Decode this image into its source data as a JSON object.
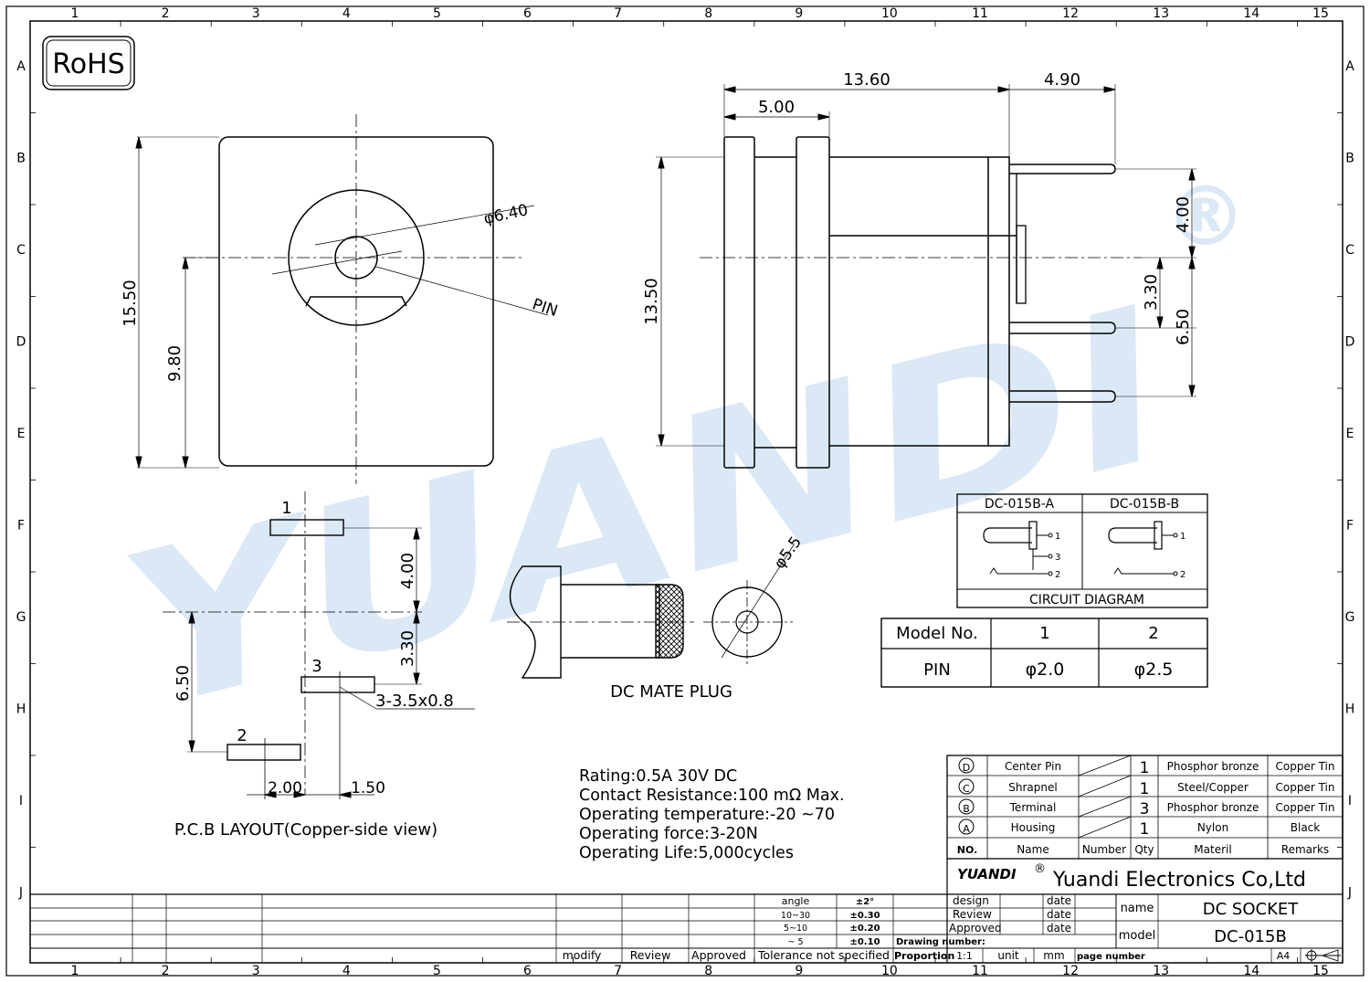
{
  "frame": {
    "cols": [
      "1",
      "2",
      "3",
      "4",
      "5",
      "6",
      "7",
      "8",
      "9",
      "10",
      "11",
      "12",
      "13",
      "14",
      "15"
    ],
    "rows": [
      "A",
      "B",
      "C",
      "D",
      "E",
      "F",
      "G",
      "H",
      "I",
      "J"
    ]
  },
  "rohs": "RoHS",
  "watermark": {
    "text": "YUANDI",
    "mark": "®",
    "color": "#bfd7ee"
  },
  "front_view": {
    "dia": "φ6.40",
    "pin": "PIN",
    "height": "15.50",
    "center": "9.80"
  },
  "side_view": {
    "len": "13.60",
    "front": "5.00",
    "pin_len": "4.90",
    "height": "13.50",
    "d1": "4.00",
    "d2": "3.30",
    "d3": "6.50"
  },
  "pcb": {
    "pin1": "1",
    "pin2": "2",
    "pin3": "3",
    "d1": "4.00",
    "d2": "3.30",
    "d3": "6.50",
    "hole": "3-3.5x0.8",
    "dx1": "2.00",
    "dx2": "1.50",
    "caption": "P.C.B LAYOUT(Copper-side view)"
  },
  "plug": {
    "dia": "φ5.5",
    "caption": "DC MATE PLUG"
  },
  "circuit": {
    "a": "DC-015B-A",
    "b": "DC-015B-B",
    "caption": "CIRCUIT DIAGRAM",
    "n1": "1",
    "n2": "2",
    "n3": "3"
  },
  "model_table": {
    "head": [
      "Model No.",
      "1",
      "2"
    ],
    "row": [
      "PIN",
      "φ2.0",
      "φ2.5"
    ]
  },
  "specs": [
    "Rating:0.5A 30V DC",
    "Contact Resistance:100 mΩ Max.",
    "Operating temperature:-20  ~70",
    "Operating force:3-20N",
    "Operating Life:5,000cycles"
  ],
  "bom": {
    "rows": [
      {
        "no": "D",
        "name": "Center Pin",
        "qty": "1",
        "material": "Phosphor bronze",
        "remarks": "Copper Tin"
      },
      {
        "no": "C",
        "name": "Shrapnel",
        "qty": "1",
        "material": "Steel/Copper",
        "remarks": "Copper Tin"
      },
      {
        "no": "B",
        "name": "Terminal",
        "qty": "3",
        "material": "Phosphor bronze",
        "remarks": "Copper Tin"
      },
      {
        "no": "A",
        "name": "Housing",
        "qty": "1",
        "material": "Nylon",
        "remarks": "Black"
      }
    ],
    "head": {
      "no": "NO.",
      "name": "Name",
      "number": "Number",
      "qty": "Qty",
      "material": "Materil",
      "remarks": "Remarks"
    }
  },
  "title_block": {
    "logo": "YUANDI",
    "logo_mark": "®",
    "company": "Yuandi Electronics Co,Ltd",
    "design": "design",
    "review": "Review",
    "approved": "Approved",
    "date": "date",
    "name_label": "name",
    "name_value": "DC SOCKET",
    "model_label": "model",
    "model_value": "DC-015B",
    "drawing_number": "Drawing number:",
    "proportion": "Proportion",
    "scale": "1:1",
    "unit": "unit",
    "unit_value": "mm",
    "page_number": "page number",
    "size": "A4",
    "tolerance": [
      {
        "range": "angle",
        "value": "±2°"
      },
      {
        "range": "10~30",
        "value": "±0.30"
      },
      {
        "range": "5~10",
        "value": "±0.20"
      },
      {
        "range": "~ 5",
        "value": "±0.10"
      }
    ],
    "tolerance_note": "Tolerance not specified",
    "modify": "modify",
    "review_col": "Review",
    "approved_col": "Approved"
  }
}
